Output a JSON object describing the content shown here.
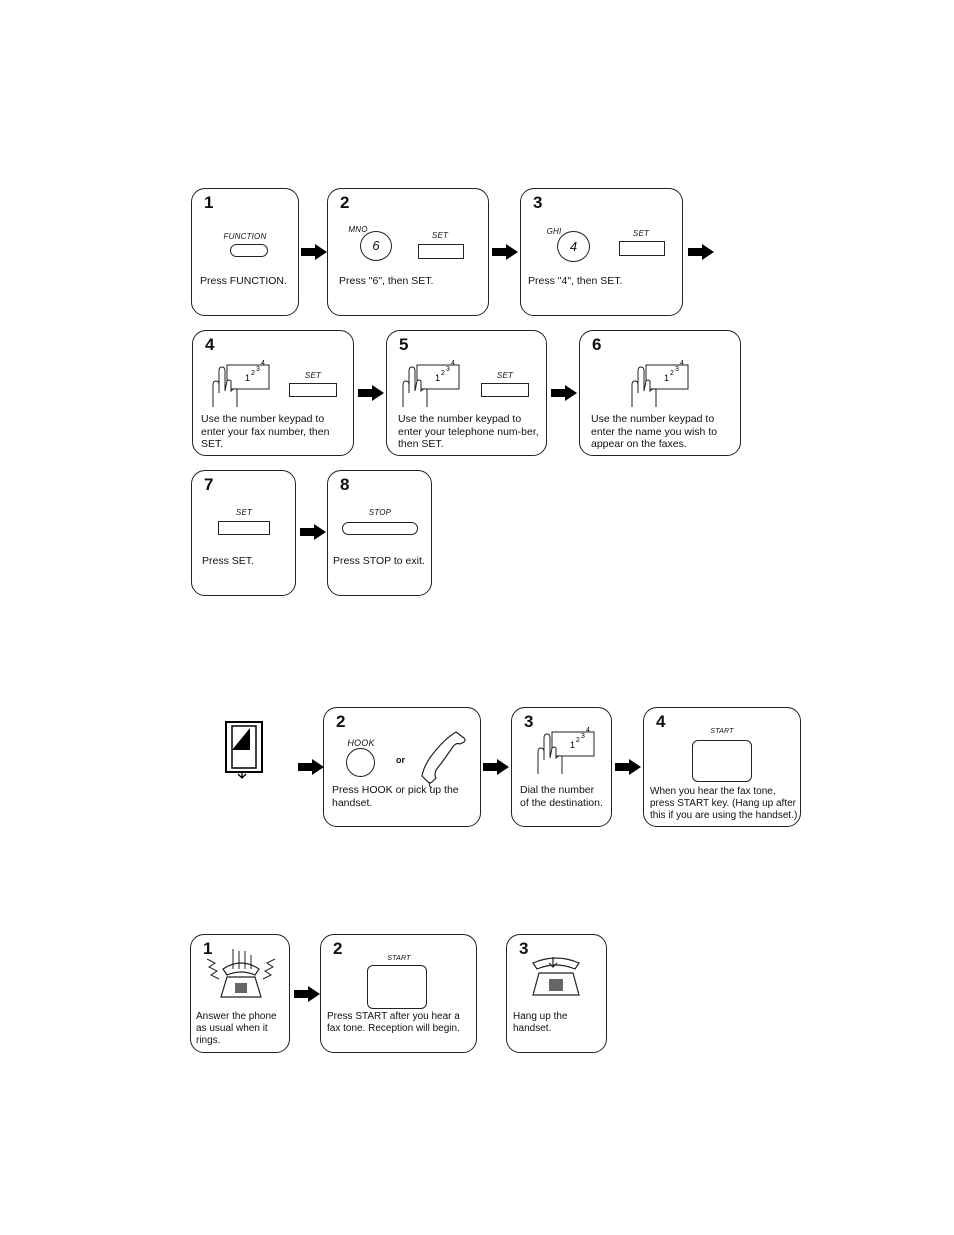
{
  "section1": {
    "steps": [
      {
        "num": "1",
        "key": "FUNCTION",
        "desc": "Press FUNCTION."
      },
      {
        "num": "2",
        "sub": "MNO",
        "digit": "6",
        "key": "SET",
        "desc": "Press \"6\", then SET."
      },
      {
        "num": "3",
        "sub": "GHI",
        "digit": "4",
        "key": "SET",
        "desc": "Press \"4\", then SET."
      },
      {
        "num": "4",
        "keypad": "123⁴",
        "key": "SET",
        "desc": "Use the number keypad to enter your fax number, then SET."
      },
      {
        "num": "5",
        "keypad": "123⁴",
        "key": "SET",
        "desc": "Use the number keypad to enter your telephone num-ber, then SET."
      },
      {
        "num": "6",
        "keypad": "123⁴",
        "desc": "Use the number keypad to enter the name you wish to appear on the faxes."
      },
      {
        "num": "7",
        "key": "SET",
        "desc": "Press SET."
      },
      {
        "num": "8",
        "key": "STOP",
        "desc": "Press STOP to exit."
      }
    ]
  },
  "section2": {
    "steps": [
      {
        "num": "2",
        "key": "HOOK",
        "or": "or",
        "desc": "Press HOOK or pick up the handset."
      },
      {
        "num": "3",
        "keypad": "123⁴",
        "desc": "Dial the number of the destination."
      },
      {
        "num": "4",
        "key": "START",
        "desc": "When you hear the fax tone, press START key. (Hang up after this if you are using the handset.)"
      }
    ]
  },
  "section3": {
    "steps": [
      {
        "num": "1",
        "desc": "Answer the phone as usual when it rings."
      },
      {
        "num": "2",
        "key": "START",
        "desc": "Press START after you hear a fax tone. Reception will begin."
      },
      {
        "num": "3",
        "desc": "Hang up the handset."
      }
    ]
  }
}
